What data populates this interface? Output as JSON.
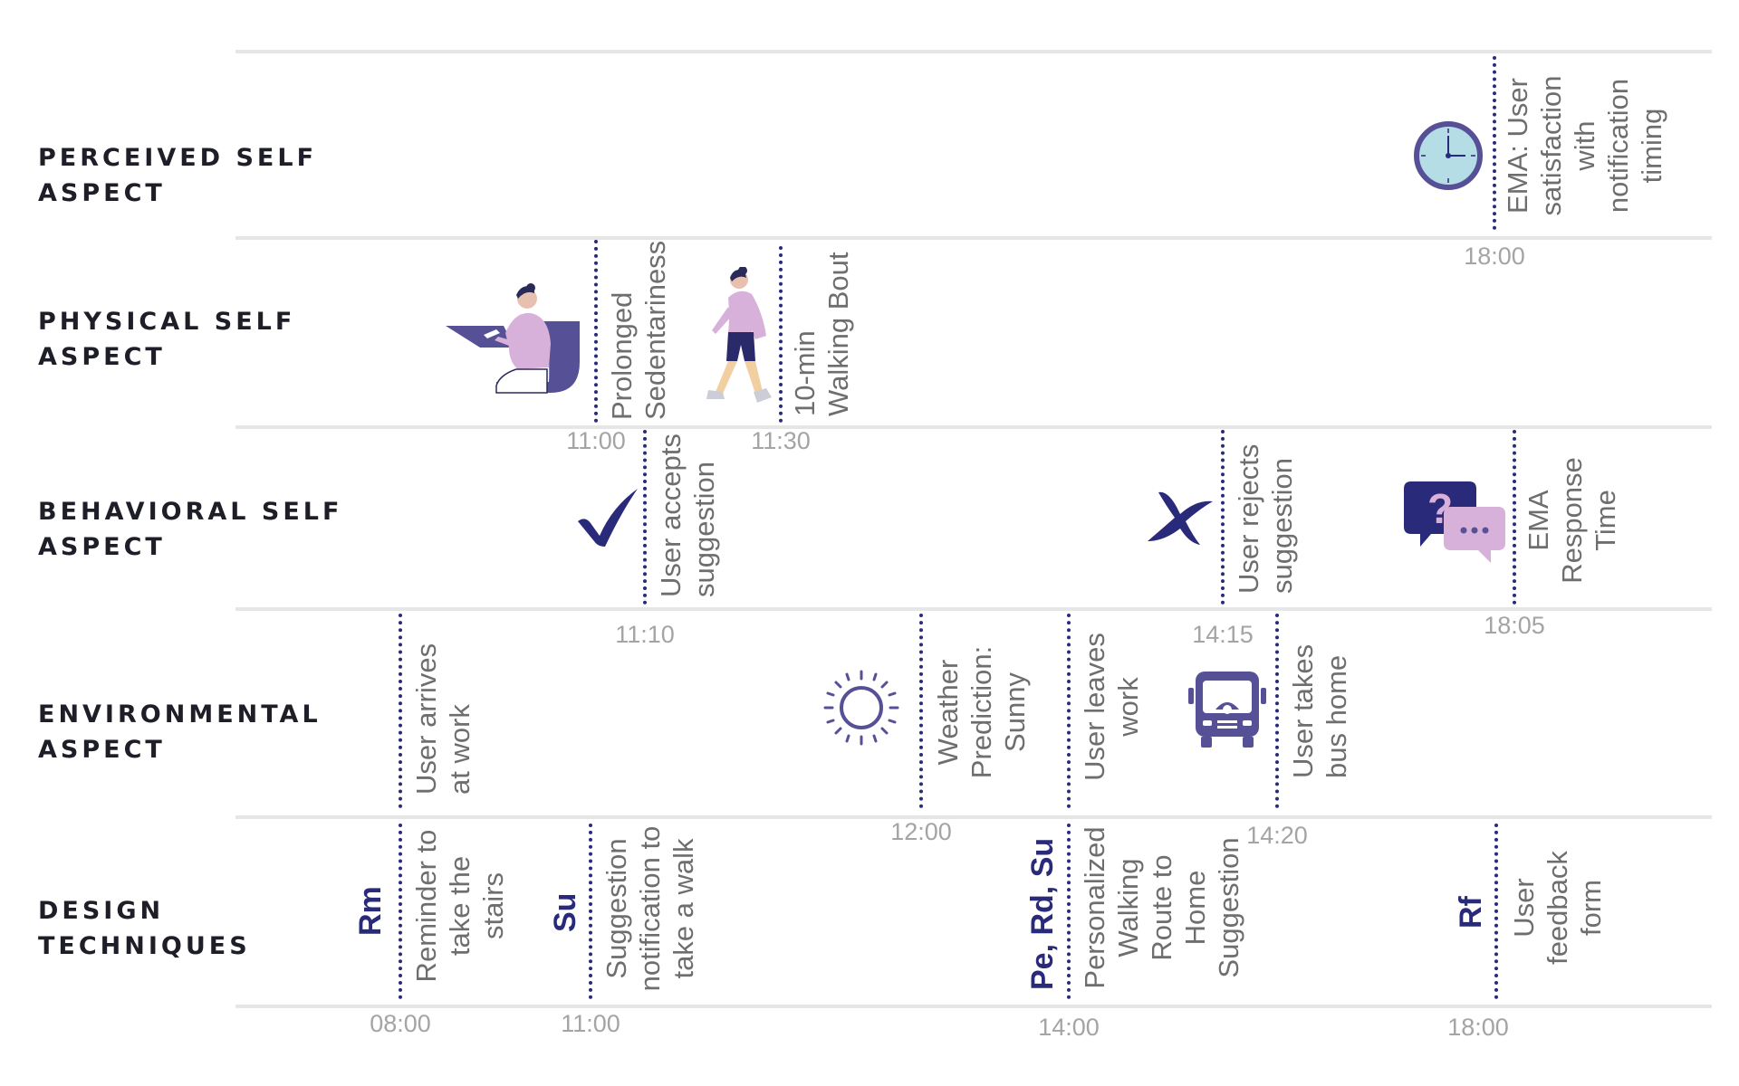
{
  "rows": {
    "perceived": {
      "line1": "PERCEIVED SELF",
      "line2": "ASPECT"
    },
    "physical": {
      "line1": "PHYSICAL SELF",
      "line2": "ASPECT"
    },
    "behavioral": {
      "line1": "BEHAVIORAL SELF",
      "line2": "ASPECT"
    },
    "environmental": {
      "line1": "ENVIRONMENTAL",
      "line2": "ASPECT"
    },
    "design": {
      "line1": "DESIGN",
      "line2": "TECHNIQUES"
    }
  },
  "events": {
    "ema_satisfaction": {
      "lines": [
        "EMA: User",
        "satisfaction",
        "with",
        "notification",
        "timing"
      ],
      "time": "18:00",
      "icon": "clock-icon"
    },
    "sedentariness": {
      "lines": [
        "Prolonged",
        "Sedentariness"
      ],
      "time": "11:00",
      "icon": "sitting-person-icon"
    },
    "walking_bout": {
      "lines": [
        "10-min",
        "Walking Bout"
      ],
      "time": "11:30",
      "icon": "walking-person-icon"
    },
    "accepts": {
      "lines": [
        "User accepts",
        "suggestion"
      ],
      "time": "11:10",
      "icon": "checkmark-icon"
    },
    "rejects": {
      "lines": [
        "User rejects",
        "suggestion"
      ],
      "time": "14:15",
      "icon": "cross-icon"
    },
    "ema_response": {
      "lines": [
        "EMA",
        "Response",
        "Time"
      ],
      "time": "18:05",
      "icon": "chat-bubbles-icon"
    },
    "arrives": {
      "lines": [
        "User arrives",
        "at work"
      ]
    },
    "weather": {
      "lines": [
        "Weather",
        "Prediction:",
        "Sunny"
      ],
      "time": "12:00",
      "icon": "sun-icon"
    },
    "leaves": {
      "lines": [
        "User leaves",
        "work"
      ]
    },
    "bus": {
      "lines": [
        "User takes",
        "bus home"
      ],
      "time": "14:20",
      "icon": "bus-icon"
    }
  },
  "design": {
    "rm": {
      "code": "Rm",
      "lines": [
        "Reminder to",
        "take the",
        "stairs"
      ],
      "time": "08:00"
    },
    "su": {
      "code": "Su",
      "lines": [
        "Suggestion",
        "notification to",
        "take a walk"
      ],
      "time": "11:00"
    },
    "pers": {
      "code": "Pe, Rd, Su",
      "lines": [
        "Personalized",
        "Walking",
        "Route to",
        "Home",
        "Suggestion"
      ],
      "time": "14:00"
    },
    "rf": {
      "code": "Rf",
      "lines": [
        "User",
        "feedback",
        "form"
      ],
      "time": "18:00"
    }
  },
  "colors": {
    "navy": "#2a2a7a",
    "purple": "#565096",
    "lilac": "#c8a2c8",
    "clock_face": "#b4dde6",
    "grey_text": "#6e6e6e",
    "time_text": "#a4a4a4"
  }
}
